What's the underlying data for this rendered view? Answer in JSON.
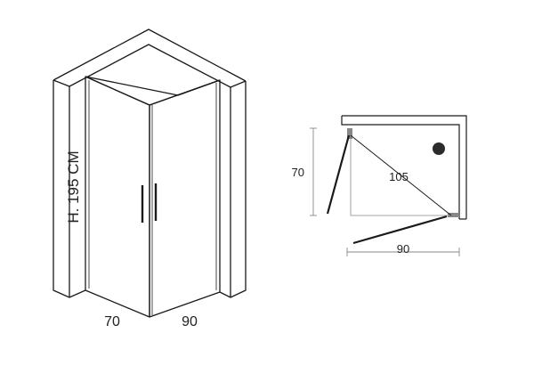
{
  "iso_view": {
    "height_label": "H. 195 CM",
    "width_left_label": "70",
    "width_right_label": "90"
  },
  "plan_view": {
    "depth_label": "70",
    "diagonal_label": "105",
    "width_label": "90"
  },
  "colors": {
    "line": "#1a1a1a",
    "thin_line": "#888888",
    "drain": "#2b2b2b",
    "background": "#ffffff"
  }
}
